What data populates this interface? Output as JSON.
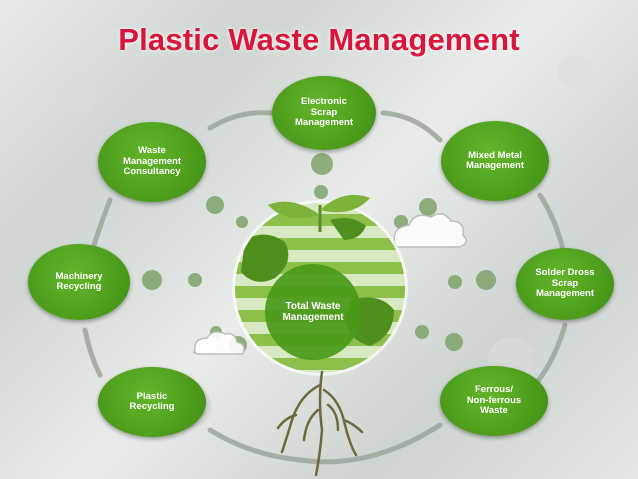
{
  "title": "Plastic Waste Management",
  "center": "Total Waste\nManagement",
  "nodes": {
    "electronic": "Electronic\nScrap\nManagement",
    "mixed_metal": "Mixed Metal\nManagement",
    "solder": "Solder Dross\nScrap\nManagement",
    "ferrous": "Ferrous/\nNon-ferrous\nWaste",
    "plastic": "Plastic\nRecycling",
    "machinery": "Machinery\nRecycling",
    "consultancy": "Waste\nManagement\nConsultancy"
  },
  "colors": {
    "title": "#d8163b",
    "node_fill": "#4a9a1a",
    "connector": "#8a9a88",
    "dot": "#7fa36b"
  }
}
